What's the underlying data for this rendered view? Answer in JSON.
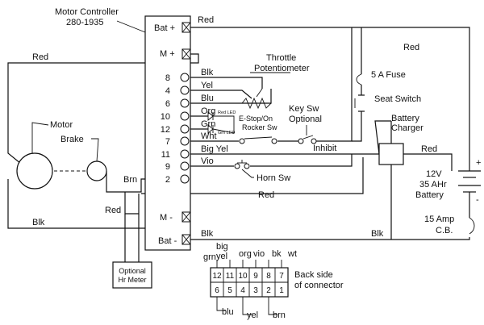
{
  "controller": {
    "title": "Motor Controller",
    "part_no": "280-1935",
    "terminals": {
      "bat_plus": "Bat +",
      "m_plus": "M +",
      "m_minus": "M -",
      "bat_minus": "Bat -"
    },
    "pins": [
      {
        "num": "8",
        "wire": "Blk"
      },
      {
        "num": "4",
        "wire": "Yel"
      },
      {
        "num": "6",
        "wire": "Blu"
      },
      {
        "num": "10",
        "wire": "Org"
      },
      {
        "num": "12",
        "wire": "Grn"
      },
      {
        "num": "7",
        "wire": "Wht"
      },
      {
        "num": "11",
        "wire": "Big Yel"
      },
      {
        "num": "9",
        "wire": "Vio"
      },
      {
        "num": "2",
        "wire": "Brn"
      }
    ]
  },
  "labels": {
    "red_top": "Red",
    "red_left": "Red",
    "red_right_top": "Red",
    "red_mid": "Red",
    "red_lower": "Red",
    "red_charger": "Red",
    "blk_bottom": "Blk",
    "blk_bat_minus": "Blk",
    "blk_right": "Blk",
    "brn": "Brn",
    "motor": "Motor",
    "brake": "Brake",
    "throttle_1": "Throttle",
    "throttle_2": "Potentiometer",
    "red_led": "Red LED",
    "grn_led": "Grn LED",
    "estop_1": "E-Stop/On",
    "estop_2": "Rocker Sw",
    "key_1": "Key Sw",
    "key_2": "Optional",
    "inhibit": "Inhibit",
    "horn": "Horn Sw",
    "fuse": "5 A Fuse",
    "seat": "Seat Switch",
    "charger_1": "Battery",
    "charger_2": "Charger",
    "battery_1": "12V",
    "battery_2": "35 AHr",
    "battery_3": "Battery",
    "plus": "+",
    "minus": "-",
    "cb_1": "15 Amp",
    "cb_2": "C.B.",
    "hr_1": "Optional",
    "hr_2": "Hr Meter"
  },
  "connector": {
    "top_labels": [
      "grn",
      "big",
      "yel",
      "org",
      "vio",
      "bk",
      "wt"
    ],
    "bottom_labels": [
      "blu",
      "yel",
      "brn"
    ],
    "top_row": [
      "12",
      "11",
      "10",
      "9",
      "8",
      "7"
    ],
    "bottom_row": [
      "6",
      "5",
      "4",
      "3",
      "2",
      "1"
    ],
    "caption_1": "Back side",
    "caption_2": "of connector"
  }
}
